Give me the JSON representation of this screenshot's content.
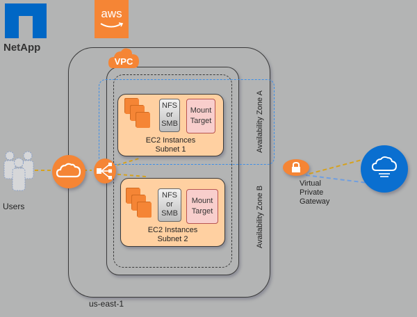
{
  "logos": {
    "netapp": "NetApp",
    "aws": "aws"
  },
  "vpc": {
    "badge": "VPC"
  },
  "region": {
    "label": "us-east-1"
  },
  "zones": [
    {
      "label": "Availability Zone A"
    },
    {
      "label": "Availability Zone B"
    }
  ],
  "subnets": [
    {
      "nfs_lines": [
        "NFS",
        "or",
        "SMB"
      ],
      "mount_lines": [
        "Mount",
        "Target"
      ],
      "caption_line1": "EC2 Instances",
      "caption_line2": "Subnet 1"
    },
    {
      "nfs_lines": [
        "NFS",
        "or",
        "SMB"
      ],
      "mount_lines": [
        "Mount",
        "Target"
      ],
      "caption_line1": "EC2 Instances",
      "caption_line2": "Subnet 2"
    }
  ],
  "users": {
    "label": "Users"
  },
  "gateway": {
    "line1": "Virtual",
    "line2": "Private",
    "line3": "Gateway"
  },
  "icons": {
    "users": "users-group-icon",
    "internet_gateway": "cloud-icon",
    "load_balancer": "load-balancer-icon",
    "vpn_gateway": "lock-icon",
    "customer_cloud": "cloud-network-icon"
  },
  "colors": {
    "background": "#b3b4b4",
    "aws_orange": "#f58535",
    "netapp_blue": "#0067c5",
    "subnet_fill": "#ffd0a1",
    "mount_fill": "#f8cecc",
    "connector_gold": "#d6a21e",
    "connector_blue": "#3c8ee8",
    "cloud_blue": "#0a6fd0"
  }
}
